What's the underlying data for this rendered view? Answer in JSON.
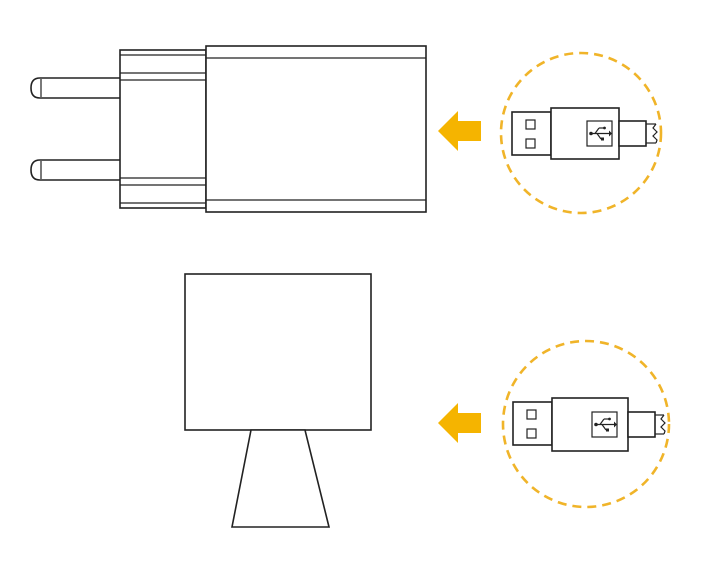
{
  "colors": {
    "arrow": "#f5b400",
    "callout_ring": "#f0b429",
    "outline": "#222222",
    "background": "#ffffff"
  },
  "steps": [
    {
      "device": "wall-charger-adapter",
      "connector": "usb-a-cable-plug",
      "arrow_direction": "left"
    },
    {
      "device": "computer-monitor",
      "connector": "usb-a-cable-plug",
      "arrow_direction": "left"
    }
  ],
  "icons": {
    "usb_symbol": "usb-symbol-icon"
  }
}
